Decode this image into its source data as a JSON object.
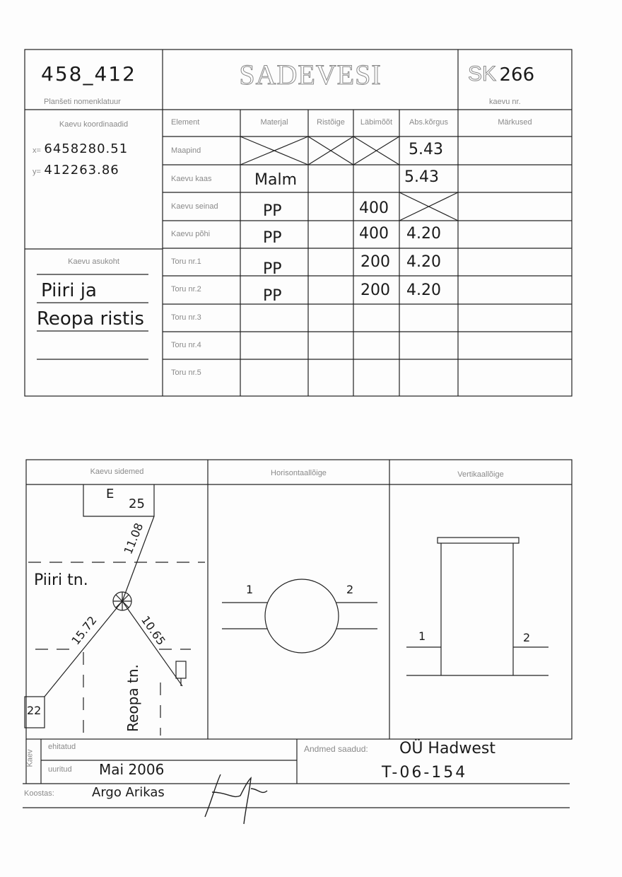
{
  "header": {
    "nomenclature_value": "458_412",
    "nomenclature_label": "Planšeti nomenklatuur",
    "title": "SADEVESI",
    "well_prefix": "SK",
    "well_number": "266",
    "well_label": "kaevu nr."
  },
  "coords": {
    "label": "Kaevu koordinaadid",
    "x_prefix": "x=",
    "x_value": "6458280.51",
    "y_prefix": "y=",
    "y_value": "412263.86"
  },
  "location": {
    "label": "Kaevu asukoht",
    "line1": "Piiri ja",
    "line2": "Reopa ristis"
  },
  "table": {
    "headers": [
      "Element",
      "Materjal",
      "Ristõige",
      "Läbimõõt",
      "Abs.kõrgus",
      "Märkused"
    ],
    "rows": [
      {
        "element": "Maapind",
        "material": "",
        "cross": "",
        "diameter": "",
        "elevation": "5.43",
        "notes": ""
      },
      {
        "element": "Kaevu kaas",
        "material": "Malm",
        "cross": "",
        "diameter": "",
        "elevation": "5.43",
        "notes": ""
      },
      {
        "element": "Kaevu seinad",
        "material": "PP",
        "cross": "",
        "diameter": "400",
        "elevation": "",
        "notes": ""
      },
      {
        "element": "Kaevu põhi",
        "material": "PP",
        "cross": "",
        "diameter": "400",
        "elevation": "4.20",
        "notes": ""
      },
      {
        "element": "Toru nr.1",
        "material": "PP",
        "cross": "",
        "diameter": "200",
        "elevation": "4.20",
        "notes": ""
      },
      {
        "element": "Toru nr.2",
        "material": "PP",
        "cross": "",
        "diameter": "200",
        "elevation": "4.20",
        "notes": ""
      },
      {
        "element": "Toru nr.3",
        "material": "",
        "cross": "",
        "diameter": "",
        "elevation": "",
        "notes": ""
      },
      {
        "element": "Toru nr.4",
        "material": "",
        "cross": "",
        "diameter": "",
        "elevation": "",
        "notes": ""
      },
      {
        "element": "Toru nr.5",
        "material": "",
        "cross": "",
        "diameter": "",
        "elevation": "",
        "notes": ""
      }
    ]
  },
  "bottom": {
    "links_label": "Kaevu sidemed",
    "horizontal_label": "Horisontaallõige",
    "vertical_label": "Vertikaallõige",
    "sketch": {
      "building_letter": "E",
      "building_number": "25",
      "corner_number": "22",
      "street1": "Piiri tn.",
      "street2": "Reopa tn.",
      "dist1": "11.08",
      "dist2": "15.72",
      "dist3": "10.65"
    },
    "pipe1": "1",
    "pipe2": "2"
  },
  "footer": {
    "side_label": "Kaev",
    "built_label": "ehitatud",
    "built_value": "",
    "surveyed_label": "uuritud",
    "surveyed_value": "Mai 2006",
    "data_label": "Andmed saadud:",
    "data_value1": "OÜ Hadwest",
    "data_value2": "T-06-154",
    "compiled_label": "Koostas:",
    "compiled_value": "Argo Arikas"
  }
}
